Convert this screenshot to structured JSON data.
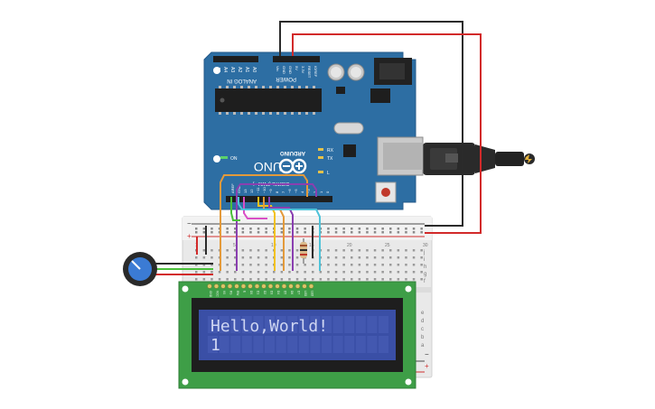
{
  "arduino": {
    "brand": "ARDUINO",
    "model": "UNO",
    "logo_symbol": "-+",
    "analog_header": "ANALOG IN",
    "analog_pins": [
      "A5",
      "A4",
      "A3",
      "A2",
      "A1",
      "A0"
    ],
    "power_header": "POWER",
    "power_pins": [
      "Vin",
      "GND",
      "GND",
      "5V",
      "3.3V",
      "RESET",
      "IOREF"
    ],
    "digital_header": "DIGITAL (PWM ~)",
    "digital_pins": [
      "0",
      "1",
      "2",
      "~3",
      "4",
      "~5",
      "~6",
      "7",
      "8",
      "~9",
      "~10",
      "~11",
      "12",
      "13",
      "GND",
      "AREF"
    ],
    "led_on": "ON",
    "led_tx": "TX",
    "led_rx": "RX",
    "led_l": "L",
    "board_color": "#2d6ea3"
  },
  "lcd": {
    "line1": "Hello,World!",
    "line2": "1",
    "pin_labels": [
      "GND",
      "VCC",
      "V0",
      "RS",
      "RW",
      "E",
      "D0",
      "D1",
      "D2",
      "D3",
      "D4",
      "D5",
      "D6",
      "D7",
      "LED",
      "LED"
    ],
    "screen_color": "#3a4fa6",
    "pcb_color": "#3e9e47"
  },
  "breadboard": {
    "plus": "+",
    "minus": "−",
    "rows_top": [
      "j",
      "i",
      "h",
      "g",
      "f"
    ],
    "rows_bottom": [
      "e",
      "d",
      "c",
      "b",
      "a"
    ],
    "column_numbers": [
      "1",
      "5",
      "10",
      "15",
      "20",
      "25",
      "30"
    ]
  },
  "colors": {
    "wire_black": "#2b2b2b",
    "wire_red": "#d22a2a",
    "wire_orange": "#e39a3b",
    "wire_purple": "#8a3fb0",
    "wire_pink": "#d94fc6",
    "wire_yellow": "#f2c21b",
    "wire_green": "#4bbf3a",
    "wire_cyan": "#4fc3d9",
    "pot_blue": "#3b7bd4"
  }
}
